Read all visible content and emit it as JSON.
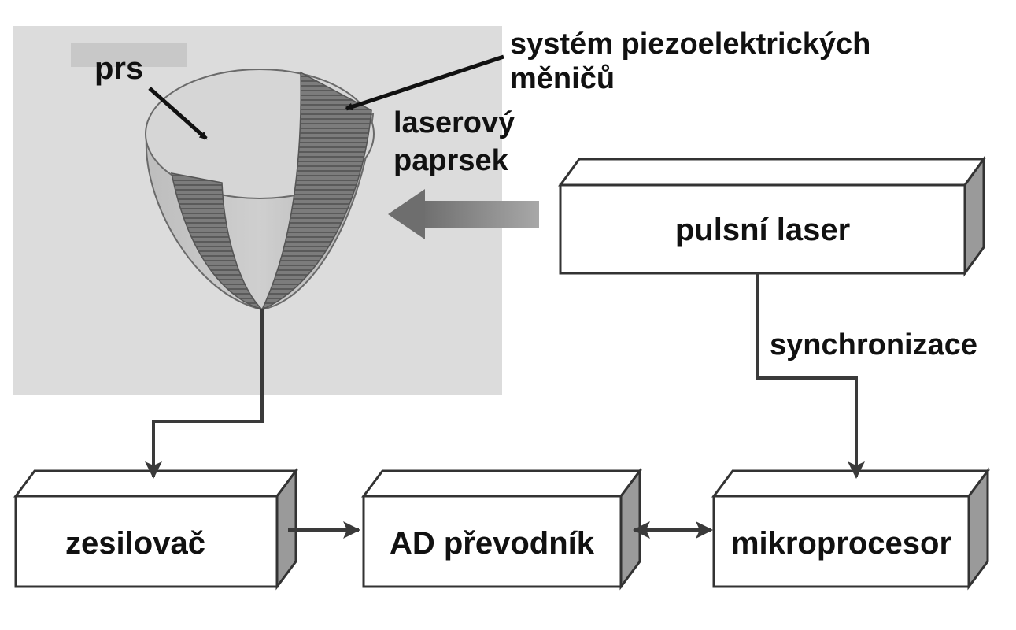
{
  "labels": {
    "prs": "prs",
    "transducers_line1": "systém piezoelektrických",
    "transducers_line2": "měničů",
    "laser_beam_line1": "laserový",
    "laser_beam_line2": "paprsek",
    "synchronization": "synchronizace"
  },
  "blocks": {
    "pulsed_laser": "pulsní laser",
    "amplifier": "zesilovač",
    "ad_converter": "AD převodník",
    "microprocessor": "mikroprocesor"
  },
  "colors": {
    "background_panel": "#dcdcdc",
    "box_side": "#9a9a9a",
    "lines": "#3a3a3a",
    "text": "#111111"
  }
}
